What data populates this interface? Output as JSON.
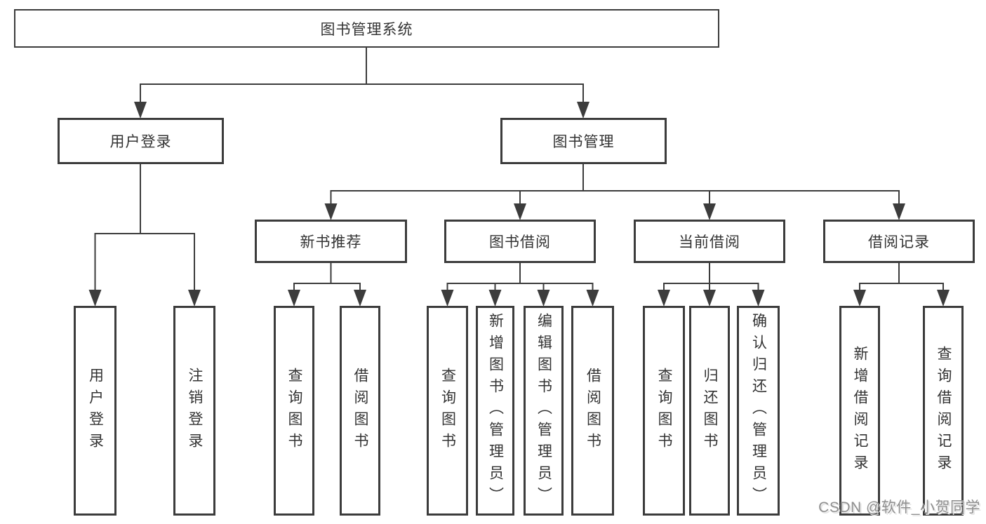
{
  "page": {
    "background": "#ffffff"
  },
  "colors": {
    "line": "#3c3c3c",
    "box_border": "#3c3c3c",
    "text": "#333333",
    "watermark": "#8f8f8f"
  },
  "watermark": {
    "text": "CSDN @软件_小贺同学"
  },
  "tree": {
    "root": {
      "label": "图书管理系统"
    },
    "branches": [
      {
        "label": "用户登录",
        "children": [
          {
            "label": "用户登录"
          },
          {
            "label": "注销登录"
          }
        ]
      },
      {
        "label": "图书管理",
        "children": [
          {
            "label": "新书推荐",
            "children": [
              {
                "label": "查询图书"
              },
              {
                "label": "借阅图书"
              }
            ]
          },
          {
            "label": "图书借阅",
            "children": [
              {
                "label": "查询图书"
              },
              {
                "label": "新增图书（管理员）"
              },
              {
                "label": "编辑图书（管理员）"
              },
              {
                "label": "借阅图书"
              }
            ]
          },
          {
            "label": "当前借阅",
            "children": [
              {
                "label": "查询图书"
              },
              {
                "label": "归还图书"
              },
              {
                "label": "确认归还（管理员）"
              }
            ]
          },
          {
            "label": "借阅记录",
            "children": [
              {
                "label": "新增借阅记录"
              },
              {
                "label": "查询借阅记录"
              }
            ]
          }
        ]
      }
    ]
  }
}
